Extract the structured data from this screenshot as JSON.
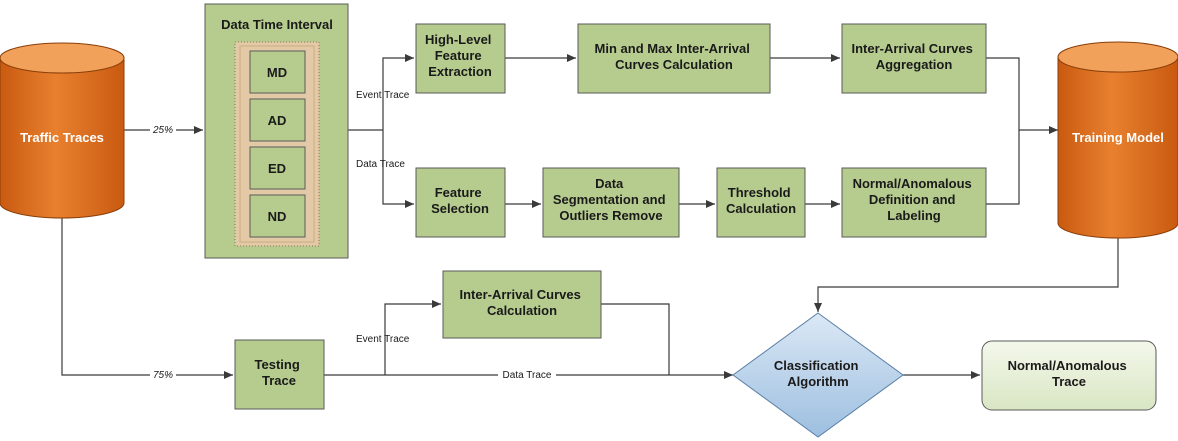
{
  "colors": {
    "box_fill": "#b6cc8f",
    "box_stroke": "#5a5a5a",
    "cylinder_fill": "#e07020",
    "cylinder_top": "#f2a15a",
    "inner_tan": "#e3c9a5",
    "diamond_fill": "#b9d3ea",
    "result_fill": "#e7efd7",
    "line": "#3a3a3a"
  },
  "nodes": {
    "traffic_traces": "Traffic Traces",
    "training_model": "Training Model",
    "data_time_interval": {
      "title": "Data Time Interval",
      "items": [
        "MD",
        "AD",
        "ED",
        "ND"
      ]
    },
    "high_level": [
      "High-Level",
      "Feature",
      "Extraction"
    ],
    "minmax": [
      "Min and Max Inter-Arrival",
      "Curves Calculation"
    ],
    "aggregation": [
      "Inter-Arrival Curves",
      "Aggregation"
    ],
    "feature_selection": [
      "Feature",
      "Selection"
    ],
    "segmentation": [
      "Data",
      "Segmentation and",
      "Outliers Remove"
    ],
    "threshold": [
      "Threshold",
      "Calculation"
    ],
    "labeling": [
      "Normal/Anomalous",
      "Definition and",
      "Labeling"
    ],
    "interarrival_calc": [
      "Inter-Arrival Curves",
      "Calculation"
    ],
    "testing_trace": [
      "Testing",
      "Trace"
    ],
    "classification": [
      "Classification",
      "Algorithm"
    ],
    "result": [
      "Normal/Anomalous",
      "Trace"
    ]
  },
  "edges": {
    "pct_train": "25%",
    "pct_test": "75%",
    "event_trace_top": "Event Trace",
    "data_trace_top": "Data Trace",
    "event_trace_bottom": "Event Trace",
    "data_trace_bottom": "Data Trace"
  }
}
